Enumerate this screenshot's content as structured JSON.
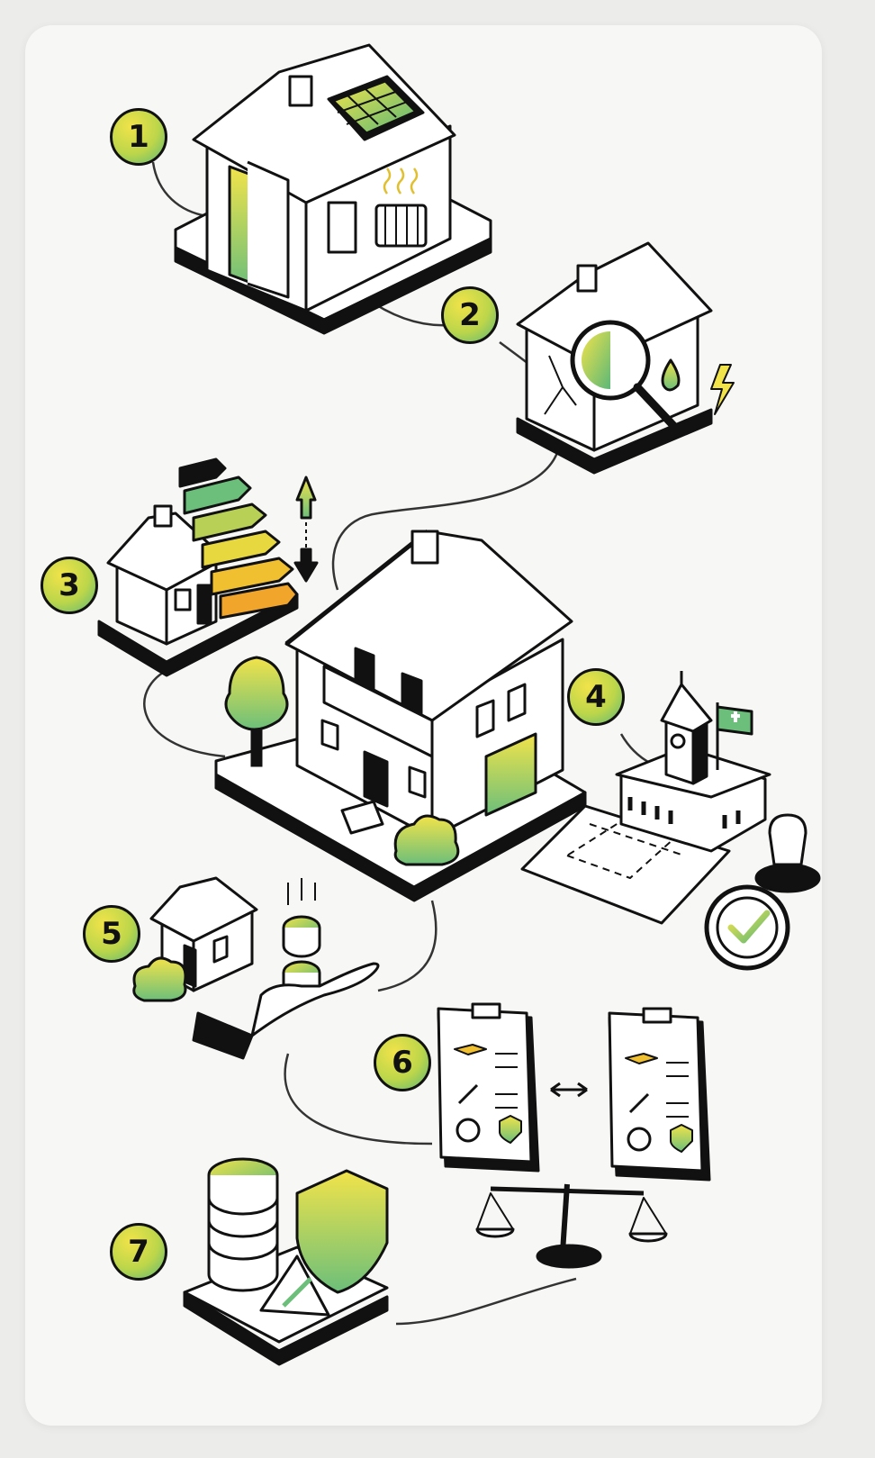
{
  "steps": [
    {
      "number": "1",
      "topic": "energy-renovation"
    },
    {
      "number": "2",
      "topic": "house-inspection"
    },
    {
      "number": "3",
      "topic": "energy-rating"
    },
    {
      "number": "4",
      "topic": "municipal-permit"
    },
    {
      "number": "5",
      "topic": "financing"
    },
    {
      "number": "6",
      "topic": "quote-comparison"
    },
    {
      "number": "7",
      "topic": "insurance-and-maintenance"
    }
  ],
  "colors": {
    "ink": "#111111",
    "accent_yellow": "#f1e34a",
    "accent_green": "#5cb877",
    "accent_orange": "#f1a52a",
    "background": "#f7f7f5"
  }
}
